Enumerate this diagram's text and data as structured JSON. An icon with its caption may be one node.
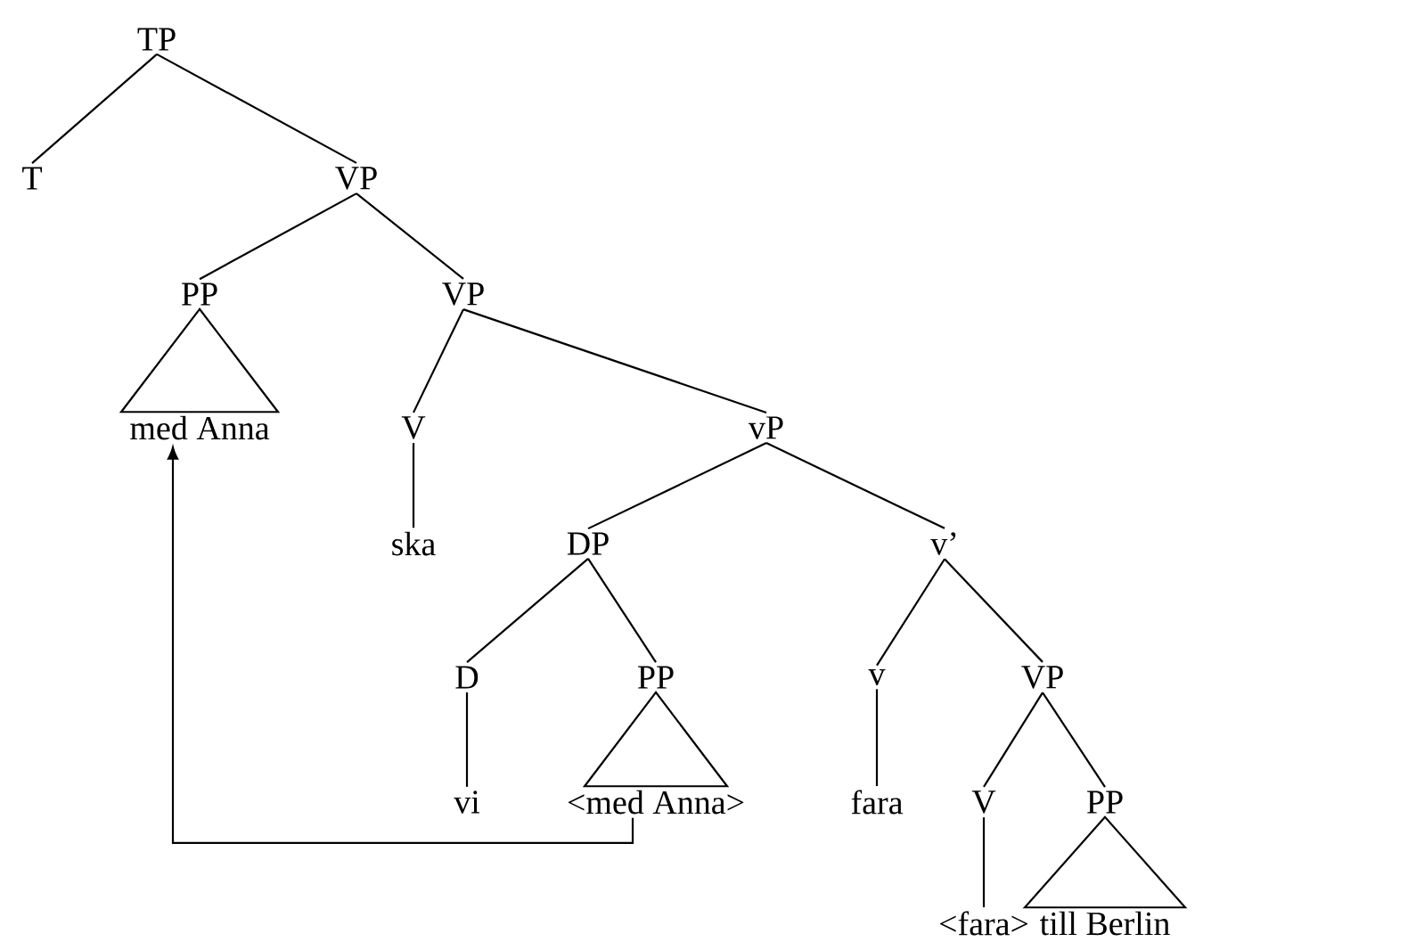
{
  "diagram": {
    "nodes": [
      {
        "text": [
          "TP"
        ]
      },
      {
        "text": [
          "T"
        ]
      },
      {
        "text": [
          "VP"
        ]
      },
      {
        "text": [
          "PP"
        ]
      },
      {
        "text": [
          "VP"
        ]
      },
      {
        "text": [
          "med Anna"
        ]
      },
      {
        "text": [
          "V"
        ]
      },
      {
        "text": [
          "vP"
        ]
      },
      {
        "text": [
          "ska"
        ]
      },
      {
        "text": [
          "DP"
        ]
      },
      {
        "text": [
          "v’"
        ]
      },
      {
        "text": [
          "D"
        ]
      },
      {
        "text": [
          "PP"
        ]
      },
      {
        "text": [
          "v"
        ]
      },
      {
        "text": [
          "VP"
        ]
      },
      {
        "text": [
          "vi"
        ]
      },
      {
        "text": [
          "<med Anna>"
        ]
      },
      {
        "text": [
          "fara"
        ]
      },
      {
        "text": [
          "V"
        ]
      },
      {
        "text": [
          "PP"
        ]
      },
      {
        "text": [
          "<fara>"
        ]
      },
      {
        "text": [
          "till Berlin"
        ]
      }
    ],
    "edges": [
      {
        "from": 0,
        "to": 1,
        "arrow": "none"
      },
      {
        "from": 0,
        "to": 2,
        "arrow": "none"
      },
      {
        "from": 2,
        "to": 3,
        "arrow": "none"
      },
      {
        "from": 2,
        "to": 4,
        "arrow": "none"
      },
      {
        "from": 3,
        "to": 5,
        "arrow": "none"
      },
      {
        "from": 4,
        "to": 6,
        "arrow": "none"
      },
      {
        "from": 4,
        "to": 7,
        "arrow": "none"
      },
      {
        "from": 6,
        "to": 8,
        "arrow": "none"
      },
      {
        "from": 7,
        "to": 9,
        "arrow": "none"
      },
      {
        "from": 7,
        "to": 10,
        "arrow": "none"
      },
      {
        "from": 9,
        "to": 11,
        "arrow": "none"
      },
      {
        "from": 9,
        "to": 12,
        "arrow": "none"
      },
      {
        "from": 10,
        "to": 13,
        "arrow": "none"
      },
      {
        "from": 10,
        "to": 14,
        "arrow": "none"
      },
      {
        "from": 11,
        "to": 15,
        "arrow": "none"
      },
      {
        "from": 12,
        "to": 16,
        "arrow": "none"
      },
      {
        "from": 13,
        "to": 17,
        "arrow": "none"
      },
      {
        "from": 14,
        "to": 18,
        "arrow": "none"
      },
      {
        "from": 14,
        "to": 19,
        "arrow": "none"
      },
      {
        "from": 18,
        "to": 20,
        "arrow": "none"
      },
      {
        "from": 19,
        "to": 21,
        "arrow": "none"
      },
      {
        "from": 16,
        "to": 5,
        "arrow": "to"
      }
    ]
  }
}
